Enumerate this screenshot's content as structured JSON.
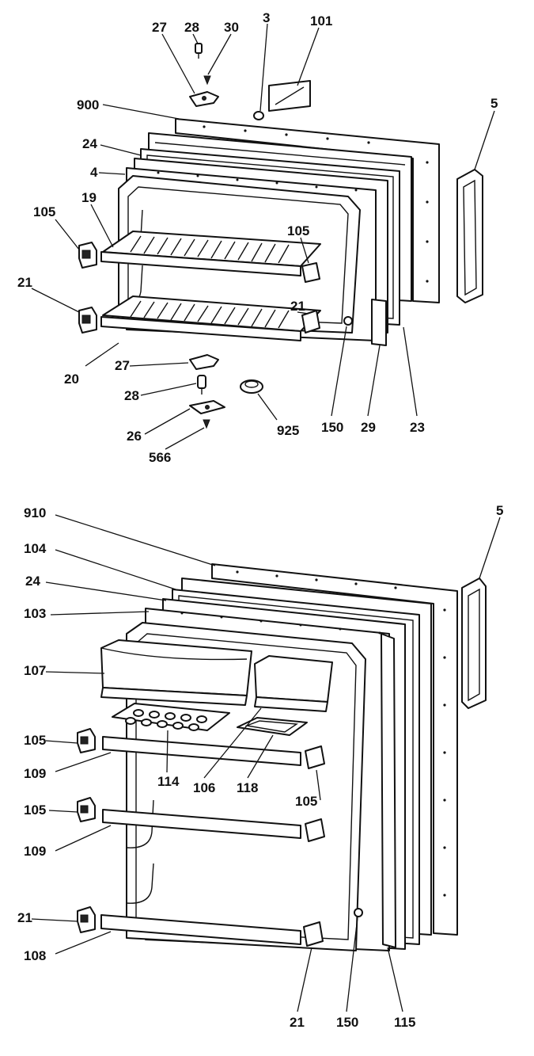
{
  "top_labels": [
    "27",
    "28",
    "30",
    "3",
    "101",
    "900",
    "5",
    "24",
    "4",
    "105",
    "19",
    "21",
    "105",
    "21",
    "27",
    "20",
    "28",
    "150",
    "29",
    "23",
    "26",
    "925",
    "566"
  ],
  "bottom_labels": [
    "910",
    "5",
    "104",
    "24",
    "103",
    "107",
    "105",
    "114",
    "106",
    "118",
    "109",
    "105",
    "105",
    "109",
    "21",
    "108",
    "21",
    "150",
    "115"
  ]
}
